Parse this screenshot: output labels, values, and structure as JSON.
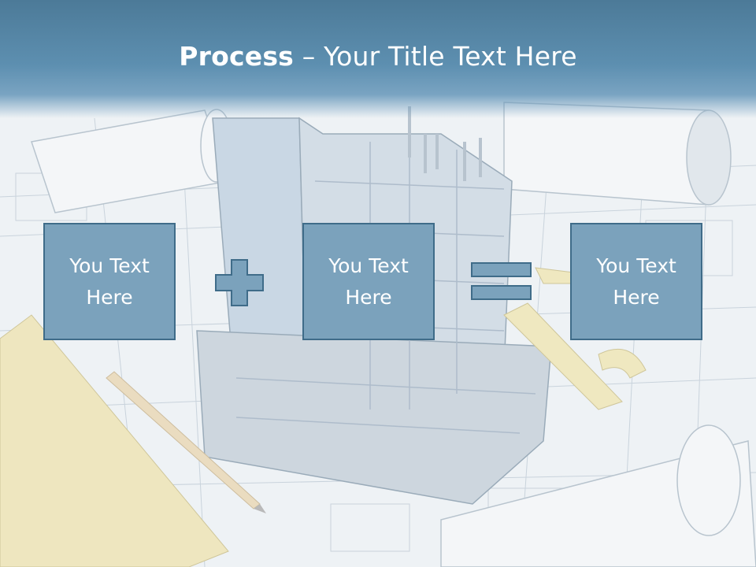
{
  "slide": {
    "title_bold": "Process",
    "title_rest": " – Your Title Text Here",
    "boxes": [
      {
        "line1": "You Text",
        "line2": "Here"
      },
      {
        "line1": "You Text",
        "line2": "Here"
      },
      {
        "line1": "You Text",
        "line2": "Here"
      }
    ],
    "operators": [
      "plus",
      "equals"
    ]
  },
  "colors": {
    "title_bar": "#5d8fb0",
    "box_fill": "#7ba2bc",
    "box_border": "#3f6c89",
    "text": "#ffffff"
  },
  "background": {
    "image": "architectural blueprints with building model, rulers and pencil"
  }
}
